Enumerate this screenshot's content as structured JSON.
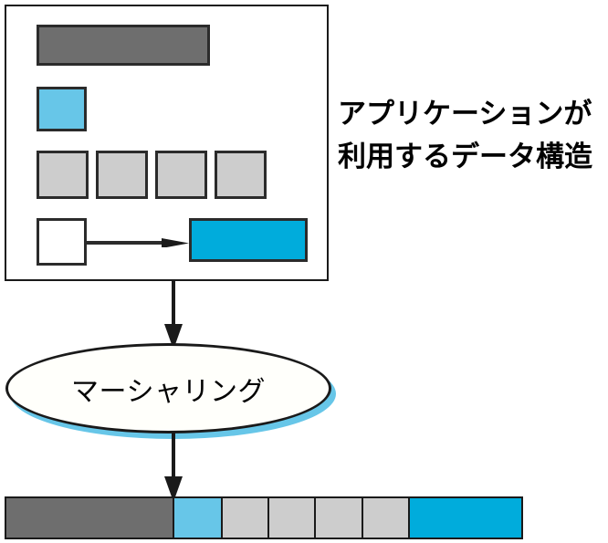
{
  "diagram": {
    "title_caption": {
      "line1": "アプリケーションが",
      "line2": "利用するデータ構造"
    },
    "process_node": {
      "label": "マーシャリング",
      "shape": "ellipse",
      "shadow_color": "#67c6e8"
    },
    "colors": {
      "dark_gray": "#6e6e6e",
      "light_gray": "#cdcdcd",
      "light_blue": "#67c6e8",
      "bright_blue": "#00acdc",
      "white": "#ffffff",
      "outline": "#1a1a1a"
    },
    "structure_blocks": [
      {
        "name": "header-block",
        "fill": "#6e6e6e"
      },
      {
        "name": "light-blue-block",
        "fill": "#67c6e8"
      },
      {
        "name": "gray-block-1",
        "fill": "#cdcdcd"
      },
      {
        "name": "gray-block-2",
        "fill": "#cdcdcd"
      },
      {
        "name": "gray-block-3",
        "fill": "#cdcdcd"
      },
      {
        "name": "gray-block-4",
        "fill": "#cdcdcd"
      },
      {
        "name": "pointer-block",
        "fill": "#ffffff"
      },
      {
        "name": "pointer-target-block",
        "fill": "#00acdc"
      }
    ],
    "stream_segments": [
      {
        "name": "stream-segment-header",
        "fill": "#6e6e6e",
        "width": 185
      },
      {
        "name": "stream-segment-light-blue",
        "fill": "#67c6e8",
        "width": 53
      },
      {
        "name": "stream-segment-gray-1",
        "fill": "#cdcdcd",
        "width": 51
      },
      {
        "name": "stream-segment-gray-2",
        "fill": "#cdcdcd",
        "width": 51
      },
      {
        "name": "stream-segment-gray-3",
        "fill": "#cdcdcd",
        "width": 52
      },
      {
        "name": "stream-segment-gray-4",
        "fill": "#cdcdcd",
        "width": 51
      },
      {
        "name": "stream-segment-bright-blue",
        "fill": "#00acdc",
        "width": 125
      }
    ],
    "arrows": [
      {
        "name": "pointer-arrow",
        "direction": "right"
      },
      {
        "name": "flow-arrow-top",
        "direction": "down"
      },
      {
        "name": "flow-arrow-bottom",
        "direction": "down"
      }
    ]
  }
}
